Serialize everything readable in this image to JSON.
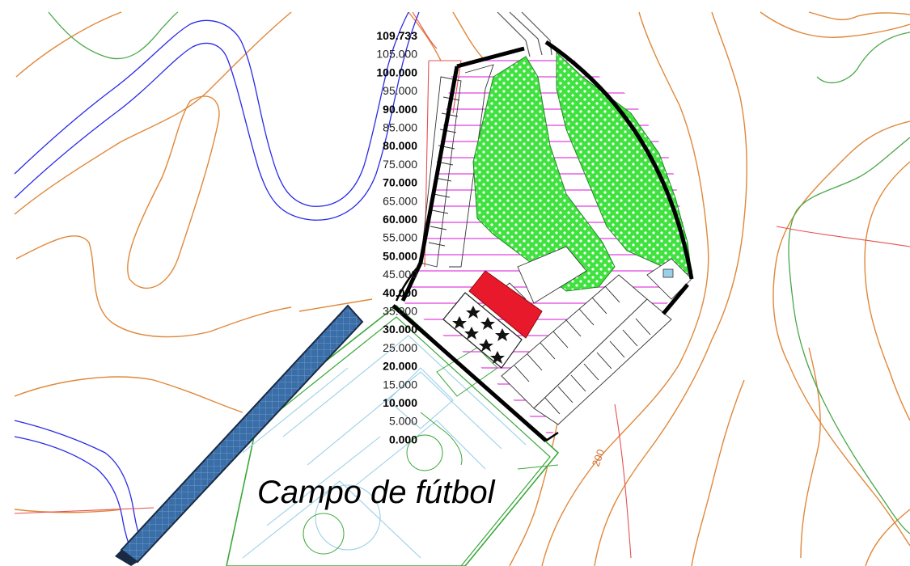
{
  "map": {
    "title": "Campo de fútbol",
    "contour_label": "200",
    "elevation_scale": [
      {
        "label": "109.733",
        "bold": true
      },
      {
        "label": "105.000",
        "bold": false
      },
      {
        "label": "100.000",
        "bold": true
      },
      {
        "label": "95.000",
        "bold": false
      },
      {
        "label": "90.000",
        "bold": true
      },
      {
        "label": "85.000",
        "bold": false
      },
      {
        "label": "80.000",
        "bold": true
      },
      {
        "label": "75.000",
        "bold": false
      },
      {
        "label": "70.000",
        "bold": true
      },
      {
        "label": "65.000",
        "bold": false
      },
      {
        "label": "60.000",
        "bold": true
      },
      {
        "label": "55.000",
        "bold": false
      },
      {
        "label": "50.000",
        "bold": true
      },
      {
        "label": "45.000",
        "bold": false
      },
      {
        "label": "40.000",
        "bold": true
      },
      {
        "label": "35.000",
        "bold": false
      },
      {
        "label": "30.000",
        "bold": true
      },
      {
        "label": "25.000",
        "bold": false
      },
      {
        "label": "20.000",
        "bold": true
      },
      {
        "label": "15.000",
        "bold": false
      },
      {
        "label": "10.000",
        "bold": true
      },
      {
        "label": "5.000",
        "bold": false
      },
      {
        "label": "0.000",
        "bold": true
      }
    ],
    "colors": {
      "contour": "#e0883a",
      "contour_green": "#4aa84a",
      "river": "#2a2ae8",
      "property_line": "#e85050",
      "hatch": "#e040e0",
      "green_area": "#33e033",
      "highlight": "#e8192a",
      "solar_panel": "#3a6ea8",
      "field_line": "#9ad0e8",
      "field_border": "#3aa83a",
      "boundary": "#000000"
    }
  }
}
